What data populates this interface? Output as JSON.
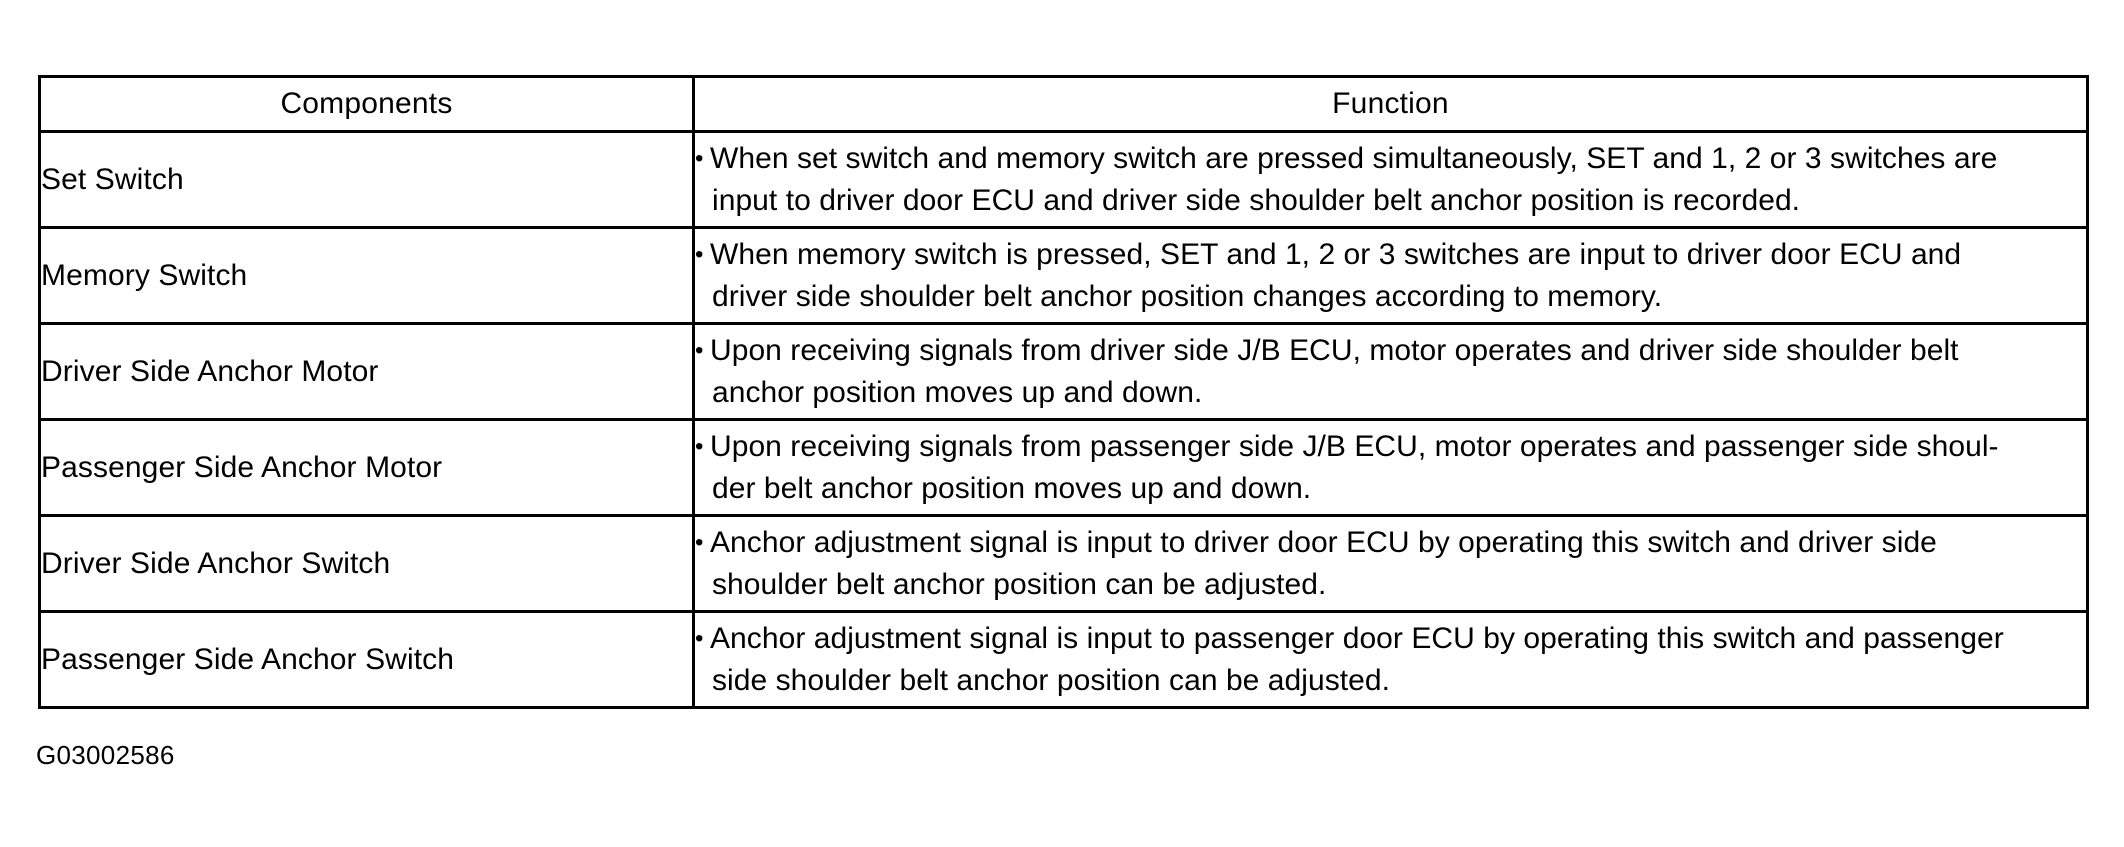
{
  "figure": {
    "code": "G03002586"
  },
  "table": {
    "headers": {
      "components": "Components",
      "function": "Function"
    },
    "bullet_glyph": "•",
    "rows": [
      {
        "component": "Set Switch",
        "function_lines": [
          "When set switch and memory switch are pressed simultaneously, SET and 1, 2 or 3 switches are",
          "input to driver door ECU and driver side shoulder belt anchor position is recorded."
        ]
      },
      {
        "component": "Memory Switch",
        "function_lines": [
          "When memory switch is pressed, SET and 1, 2 or 3 switches are input to driver door ECU and",
          "driver side shoulder belt anchor position changes according to memory."
        ]
      },
      {
        "component": "Driver Side Anchor Motor",
        "function_lines": [
          "Upon receiving signals from driver side J/B ECU, motor operates and driver side shoulder belt",
          "anchor position moves up and down."
        ]
      },
      {
        "component": "Passenger Side Anchor Motor",
        "function_lines": [
          "Upon receiving signals from passenger side J/B ECU, motor operates and passenger side shoul-",
          "der belt anchor position moves up and down."
        ]
      },
      {
        "component": "Driver Side Anchor Switch",
        "function_lines": [
          "Anchor adjustment signal is input to driver door ECU by operating this switch and driver side",
          "shoulder belt anchor position can be adjusted."
        ]
      },
      {
        "component": "Passenger Side Anchor Switch",
        "function_lines": [
          "Anchor adjustment signal is input to passenger door ECU by operating this switch and passenger",
          "side shoulder belt anchor position can be adjusted."
        ]
      }
    ]
  }
}
